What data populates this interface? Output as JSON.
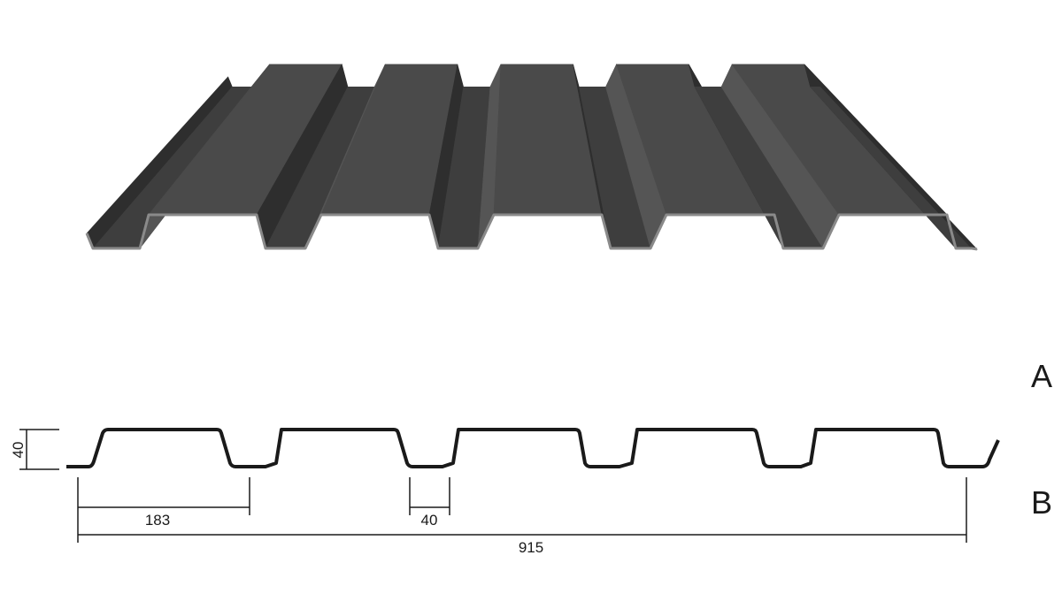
{
  "labels": {
    "a": "A",
    "b": "B"
  },
  "dimensions": {
    "height": "40",
    "rib_pitch": "183",
    "valley_width": "40",
    "cover_width": "915"
  },
  "colors": {
    "sheet_top": "#4a4a4a",
    "sheet_valley": "#3e3e3e",
    "sheet_slope_dark": "#2e2e2e",
    "sheet_slope_light": "#555555",
    "edge": "#8a8a8a",
    "line": "#1a1a1a"
  }
}
